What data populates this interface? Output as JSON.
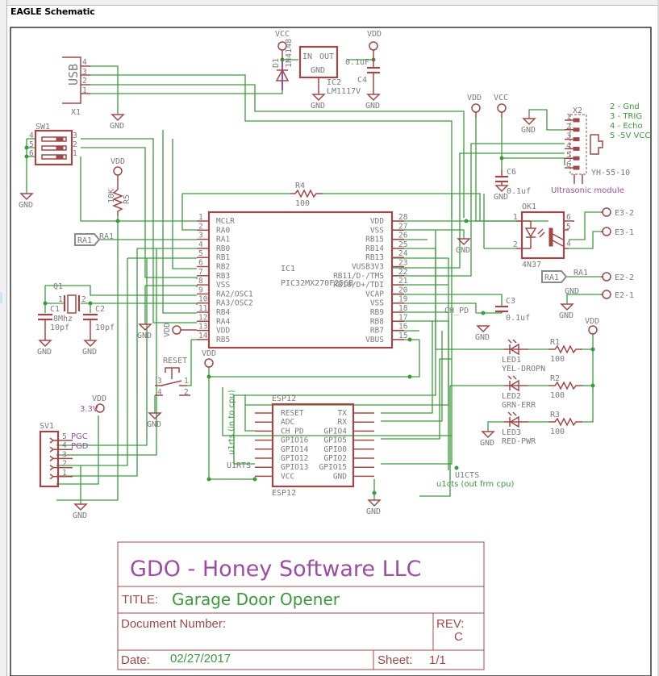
{
  "window": {
    "title": "EAGLE Schematic"
  },
  "parts": {
    "usb": {
      "label": "USB",
      "ref": "X1",
      "pins": [
        "4",
        "3",
        "2",
        "1"
      ]
    },
    "d1": {
      "ref": "D1",
      "value": "1N4148",
      "supply": "VCC"
    },
    "ic2": {
      "ref": "IC2",
      "value": "LM1117V",
      "pin_in": "IN",
      "pin_out": "OUT",
      "pin_gnd": "GND"
    },
    "c4": {
      "ref": "C4",
      "value": "0.1uF",
      "supply": "VDD"
    },
    "sw1": {
      "ref": "SW1",
      "pins_left": [
        "4",
        "5",
        "6"
      ],
      "pins_right": [
        "3",
        "2",
        "1"
      ]
    },
    "r5": {
      "ref": "R5",
      "value": "10K",
      "supply": "VDD"
    },
    "r4": {
      "ref": "R4",
      "value": "100"
    },
    "ic1": {
      "ref": "IC1",
      "value": "PIC32MX270F256B",
      "left_pins": [
        {
          "num": "1",
          "name": "MCLR"
        },
        {
          "num": "2",
          "name": "RA0"
        },
        {
          "num": "3",
          "name": "RA1"
        },
        {
          "num": "4",
          "name": "RB0"
        },
        {
          "num": "5",
          "name": "RB1"
        },
        {
          "num": "6",
          "name": "RB2"
        },
        {
          "num": "7",
          "name": "RB3"
        },
        {
          "num": "8",
          "name": "VSS"
        },
        {
          "num": "9",
          "name": "RA2/OSC1"
        },
        {
          "num": "10",
          "name": "RA3/OSC2"
        },
        {
          "num": "11",
          "name": "RB4"
        },
        {
          "num": "12",
          "name": "RA4"
        },
        {
          "num": "13",
          "name": "VDD"
        },
        {
          "num": "14",
          "name": "RB5"
        }
      ],
      "right_pins": [
        {
          "num": "28",
          "name": "VDD"
        },
        {
          "num": "27",
          "name": "VSS"
        },
        {
          "num": "26",
          "name": "RB15"
        },
        {
          "num": "25",
          "name": "RB14"
        },
        {
          "num": "24",
          "name": "RB13"
        },
        {
          "num": "23",
          "name": "VUSB3V3"
        },
        {
          "num": "22",
          "name": "RB11/D-/TMS"
        },
        {
          "num": "21",
          "name": "RB10/D+/TDI"
        },
        {
          "num": "20",
          "name": "VCAP"
        },
        {
          "num": "19",
          "name": "VSS"
        },
        {
          "num": "18",
          "name": "RB9"
        },
        {
          "num": "17",
          "name": "RB8"
        },
        {
          "num": "16",
          "name": "RB7"
        },
        {
          "num": "15",
          "name": "VBUS"
        }
      ]
    },
    "q1": {
      "ref": "Q1",
      "value": "8Mhz",
      "pin1": "1",
      "pin2": "2"
    },
    "c1": {
      "ref": "C1",
      "value": "10pf"
    },
    "c2": {
      "ref": "C2",
      "value": "10pf"
    },
    "x2": {
      "ref": "X2",
      "value": "YH-55-10",
      "desc": "Ultrasonic module",
      "pins": [
        "1",
        "2",
        "3",
        "4",
        "5",
        "6"
      ],
      "notes": [
        "2 - Gnd",
        "3 - TRIG",
        "4 - Echo",
        "5 -5V VCC"
      ],
      "supply_vdd": "VDD",
      "supply_vcc": "VCC"
    },
    "c6": {
      "ref": "C6",
      "value": "0.1uf"
    },
    "ok1": {
      "ref": "OK1",
      "value": "4N37",
      "pins": [
        "1",
        "2",
        "6",
        "5",
        "4"
      ]
    },
    "c3": {
      "ref": "C3",
      "value": "0.1uf"
    },
    "connectors": {
      "e3_2": "E3-2",
      "e3_1": "E3-1",
      "e2_2": "E2-2",
      "e2_1": "E2-1"
    },
    "ra1_label": "RA1",
    "leds": [
      {
        "ref": "LED1",
        "value": "YEL-DROPN",
        "res_ref": "R1",
        "res_value": "100"
      },
      {
        "ref": "LED2",
        "value": "GRN-ERR",
        "res_ref": "R2",
        "res_value": "100"
      },
      {
        "ref": "LED3",
        "value": "RED-PWR",
        "res_ref": "R3",
        "res_value": "100"
      }
    ],
    "reset": {
      "ref": "RESET",
      "pins": [
        "3",
        "1",
        "4",
        "2"
      ]
    },
    "esp12": {
      "ref": "ESP12",
      "left_pins": [
        "RESET",
        "ADC",
        "CH_PD",
        "GPIO16",
        "GPIO14",
        "GPIO12",
        "GPIO13",
        "VCC"
      ],
      "right_pins": [
        "TX",
        "RX",
        "GPIO4",
        "GPIO5",
        "GPIO0",
        "GPIO2",
        "GPIO15",
        "GND"
      ]
    },
    "sv1": {
      "ref": "SV1",
      "pins": [
        "5",
        "4",
        "3",
        "2",
        "1"
      ],
      "pin_names": [
        "PGC",
        "PGD"
      ],
      "supply_note": "3.3V"
    }
  },
  "nets": {
    "gnd": "GND",
    "vdd": "VDD",
    "vcc": "VCC",
    "ch_pd": "CH_PD",
    "u1rts": "U1RTS",
    "u1rts_note": "u1rts (in to cpu)",
    "u1cts": "U1CTS",
    "u1cts_note": "u1cts (out frm cpu)"
  },
  "title_block": {
    "company": "GDO -  Honey Software LLC",
    "title_label": "TITLE:",
    "title_value": "Garage Door Opener",
    "doc_label": "Document Number:",
    "doc_value": "",
    "rev_label": "REV:",
    "rev_value": "C",
    "date_label": "Date:",
    "date_value": "02/27/2017",
    "sheet_label": "Sheet:",
    "sheet_value": "1/1"
  }
}
